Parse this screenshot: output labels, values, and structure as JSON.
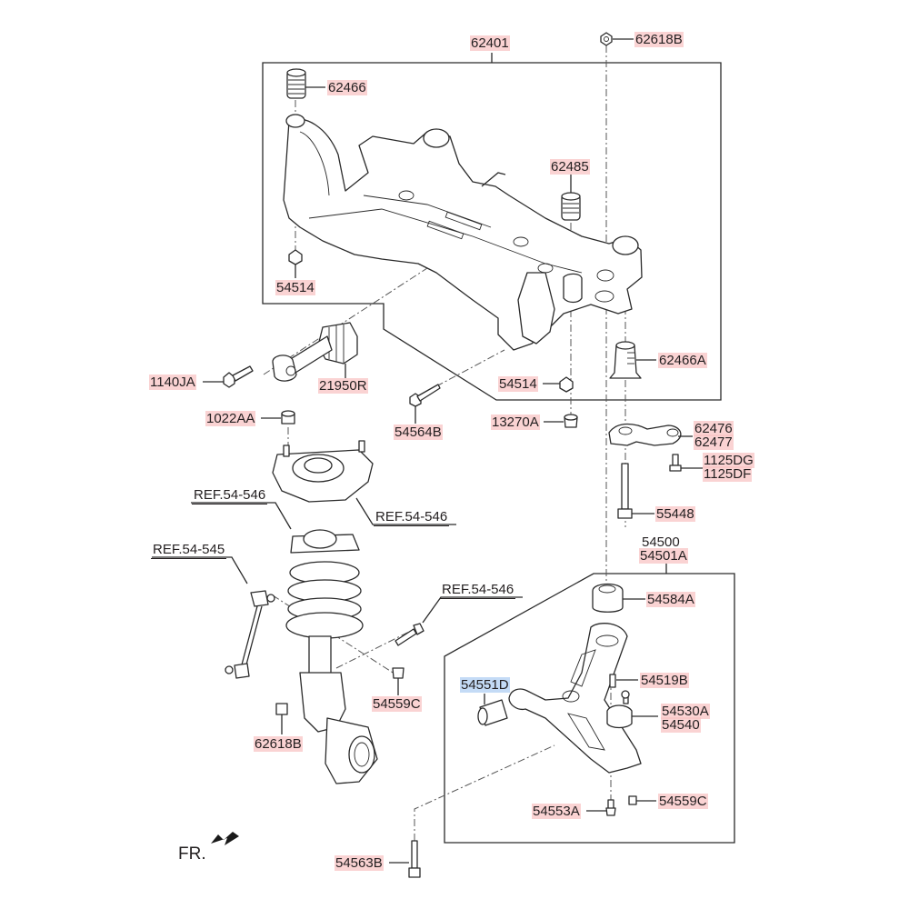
{
  "diagram": {
    "title": "Front Crossmember / Lower Control Arm Assembly",
    "direction_indicator": {
      "label": "FR.",
      "icon": "arrow-down-left-icon"
    },
    "highlight_colors": {
      "part_label": "#f8c4c4",
      "selected_label": "#bed7f5"
    },
    "labels": [
      {
        "id": "62401",
        "text": "62401"
      },
      {
        "id": "62618B-top",
        "text": "62618B"
      },
      {
        "id": "62466",
        "text": "62466"
      },
      {
        "id": "62485",
        "text": "62485"
      },
      {
        "id": "54514-left",
        "text": "54514"
      },
      {
        "id": "62466A",
        "text": "62466A"
      },
      {
        "id": "1140JA",
        "text": "1140JA"
      },
      {
        "id": "21950R",
        "text": "21950R"
      },
      {
        "id": "54514-right",
        "text": "54514"
      },
      {
        "id": "54564B",
        "text": "54564B"
      },
      {
        "id": "13270A",
        "text": "13270A"
      },
      {
        "id": "1022AA",
        "text": "1022AA"
      },
      {
        "id": "62476",
        "text": "62476"
      },
      {
        "id": "62477",
        "text": "62477"
      },
      {
        "id": "1125DG",
        "text": "1125DG"
      },
      {
        "id": "1125DF",
        "text": "1125DF"
      },
      {
        "id": "ref-54-546-a",
        "text": "REF.54-546"
      },
      {
        "id": "ref-54-546-b",
        "text": "REF.54-546"
      },
      {
        "id": "55448",
        "text": "55448"
      },
      {
        "id": "ref-54-545",
        "text": "REF.54-545"
      },
      {
        "id": "54500",
        "text": "54500"
      },
      {
        "id": "54501A",
        "text": "54501A"
      },
      {
        "id": "ref-54-546-c",
        "text": "REF.54-546"
      },
      {
        "id": "54584A",
        "text": "54584A"
      },
      {
        "id": "54551D",
        "text": "54551D",
        "selected": true
      },
      {
        "id": "54519B",
        "text": "54519B"
      },
      {
        "id": "54530A",
        "text": "54530A"
      },
      {
        "id": "54540",
        "text": "54540"
      },
      {
        "id": "54559C-left",
        "text": "54559C"
      },
      {
        "id": "62618B-bottom",
        "text": "62618B"
      },
      {
        "id": "54553A",
        "text": "54553A"
      },
      {
        "id": "54559C-right",
        "text": "54559C"
      },
      {
        "id": "54563B",
        "text": "54563B"
      }
    ]
  }
}
